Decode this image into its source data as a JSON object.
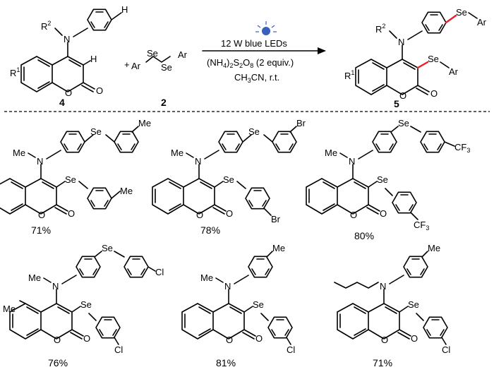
{
  "scheme": {
    "reactants": {
      "substrate": {
        "compound_number": "4",
        "labels": {
          "r1": "R",
          "r1_sup": "1",
          "r2": "R",
          "r2_sup": "2",
          "n": "N",
          "h_ring": "H",
          "h_vinyl": "H",
          "o_ring": "O",
          "o_carbonyl": "O"
        }
      },
      "plus": "+",
      "reagent": {
        "compound_number": "2",
        "labels": {
          "ar_left": "Ar",
          "se1": "Se",
          "se2": "Se",
          "ar_right": "Ar"
        }
      }
    },
    "conditions": {
      "light": "12 W blue LEDs",
      "oxidant_a": "(NH",
      "oxidant_b": "4",
      "oxidant_c": ")",
      "oxidant_d": "2",
      "oxidant_e": "S",
      "oxidant_f": "2",
      "oxidant_g": "O",
      "oxidant_h": "8",
      "oxidant_i": " (2 equiv.)",
      "solvent_a": "CH",
      "solvent_b": "3",
      "solvent_c": "CN, r.t."
    },
    "product": {
      "compound_number": "5",
      "labels": {
        "r1": "R",
        "r1_sup": "1",
        "r2": "R",
        "r2_sup": "2",
        "n": "N",
        "se_top": "Se",
        "ar_top": "Ar",
        "se_side": "Se",
        "ar_side": "Ar",
        "o_ring": "O",
        "o_carbonyl": "O"
      }
    }
  },
  "examples": [
    {
      "yield": "71%",
      "amine_sub": "Me",
      "n": "N",
      "se_top": "Se",
      "se_side": "Se",
      "sub_top": "Me",
      "sub_side": "Me",
      "o1": "O",
      "o2": "O"
    },
    {
      "yield": "78%",
      "amine_sub": "Me",
      "n": "N",
      "se_top": "Se",
      "se_side": "Se",
      "sub_top": "Br",
      "sub_side": "Br",
      "o1": "O",
      "o2": "O"
    },
    {
      "yield": "80%",
      "amine_sub": "Me",
      "n": "N",
      "se_top": "Se",
      "se_side": "Se",
      "sub_top": "CF",
      "sub_top_sub": "3",
      "sub_side": "CF",
      "sub_side_sub": "3",
      "o1": "O",
      "o2": "O"
    },
    {
      "yield": "76%",
      "amine_sub": "Me",
      "n": "N",
      "se_top": "Se",
      "se_side": "Se",
      "sub_top": "Cl",
      "sub_side": "Cl",
      "ring_me": "Me",
      "o1": "O",
      "o2": "O"
    },
    {
      "yield": "81%",
      "amine_sub": "Me",
      "n": "N",
      "tolyl_me": "Me",
      "se_side": "Se",
      "sub_side": "Cl",
      "o1": "O",
      "o2": "O"
    },
    {
      "yield": "71%",
      "n": "N",
      "tolyl_me": "Me",
      "se_side": "Se",
      "sub_side": "Cl",
      "o1": "O",
      "o2": "O"
    }
  ],
  "colors": {
    "highlight": "#e8202a",
    "lamp": "#3a5fbf"
  }
}
